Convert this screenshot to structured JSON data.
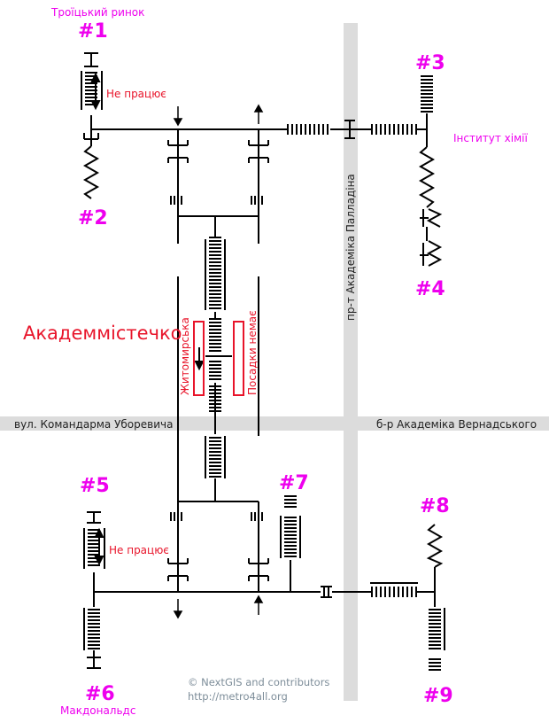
{
  "station_name": "Академмістечко",
  "exits": [
    {
      "number": "#1",
      "landmark": "Троїцький ринок"
    },
    {
      "number": "#2",
      "landmark": ""
    },
    {
      "number": "#3",
      "landmark": "Інститут хімії"
    },
    {
      "number": "#4",
      "landmark": ""
    },
    {
      "number": "#5",
      "landmark": ""
    },
    {
      "number": "#6",
      "landmark": "Макдональдс"
    },
    {
      "number": "#7",
      "landmark": ""
    },
    {
      "number": "#8",
      "landmark": ""
    },
    {
      "number": "#9",
      "landmark": ""
    }
  ],
  "notes": {
    "out_of_service_top": "Не працює",
    "out_of_service_bottom": "Не працює",
    "platform_direction": "Житомирська",
    "no_boarding": "Посадки немає"
  },
  "streets": {
    "horizontal_left": "вул. Командарма Уборевича",
    "horizontal_right": "б-р Академіка Вернадського",
    "vertical": "пр-т Академіка Палладіна"
  },
  "credits": {
    "line1": "© NextGIS and contributors",
    "line2": "http://metro4all.org"
  },
  "colors": {
    "exit_label": "#ee00ee",
    "station_label": "#e8142a",
    "note_frame": "#e8142a",
    "street_band": "#dcdcdc",
    "lines": "#000000"
  }
}
